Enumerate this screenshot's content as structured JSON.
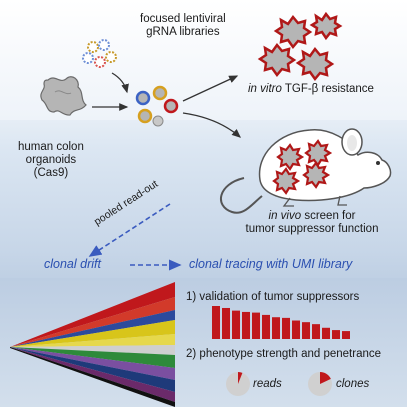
{
  "labels": {
    "libraries": [
      "focused lentiviral",
      "gRNA libraries"
    ],
    "organoids": [
      "human colon",
      "organoids",
      "(Cas9)"
    ],
    "in_vitro_italic": "in vitro",
    "in_vitro_rest": " TGF-β resistance",
    "in_vivo_italic": "in vivo",
    "in_vivo_rest": " screen for",
    "in_vivo_line2": "tumor suppressor function",
    "pooled": "pooled read-out",
    "clonal_drift": "clonal drift",
    "clonal_tracing": "clonal tracing with UMI library",
    "validation": "1) validation of tumor suppressors",
    "phenotype": "2) phenotype strength and penetrance",
    "reads": "reads",
    "clones": "clones"
  },
  "colors": {
    "bar": "#c0181c",
    "organoid": "#b5b5b5",
    "arrow": "#333333",
    "dashed_arrow": "#3a5bbf"
  },
  "chart_data": {
    "type": "bar",
    "values": [
      10,
      9.4,
      8.6,
      8.2,
      8.0,
      7.3,
      6.6,
      6.4,
      5.6,
      5.1,
      4.5,
      3.4,
      2.7,
      2.4
    ],
    "pies": [
      {
        "label": "reads",
        "fraction": 0.06
      },
      {
        "label": "clones",
        "fraction": 0.18
      }
    ]
  }
}
